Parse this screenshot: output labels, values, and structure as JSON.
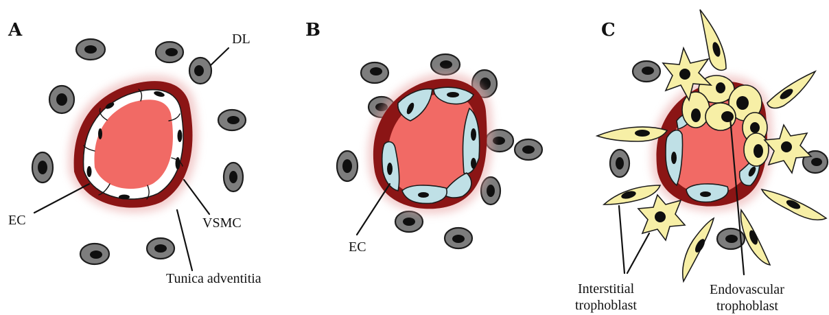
{
  "panels": {
    "a": {
      "letter": "A",
      "labels": {
        "dl": "DL",
        "ec": "EC",
        "vsmc": "VSMC",
        "tunica": "Tunica adventitia"
      }
    },
    "b": {
      "letter": "B",
      "labels": {
        "ec": "EC"
      }
    },
    "c": {
      "letter": "C",
      "labels": {
        "interstitial_line1": "Interstitial",
        "interstitial_line2": "trophoblast",
        "endovascular_line1": "Endovascular",
        "endovascular_line2": "trophoblast"
      }
    }
  },
  "colors": {
    "vessel_wall": "#8b1515",
    "lumen": "#f16a65",
    "decidual_cell": "#7d7d7d",
    "smooth_muscle_cell": "#ffffff",
    "endothelial_cell": "#bfe0e6",
    "trophoblast": "#f7efa6"
  }
}
